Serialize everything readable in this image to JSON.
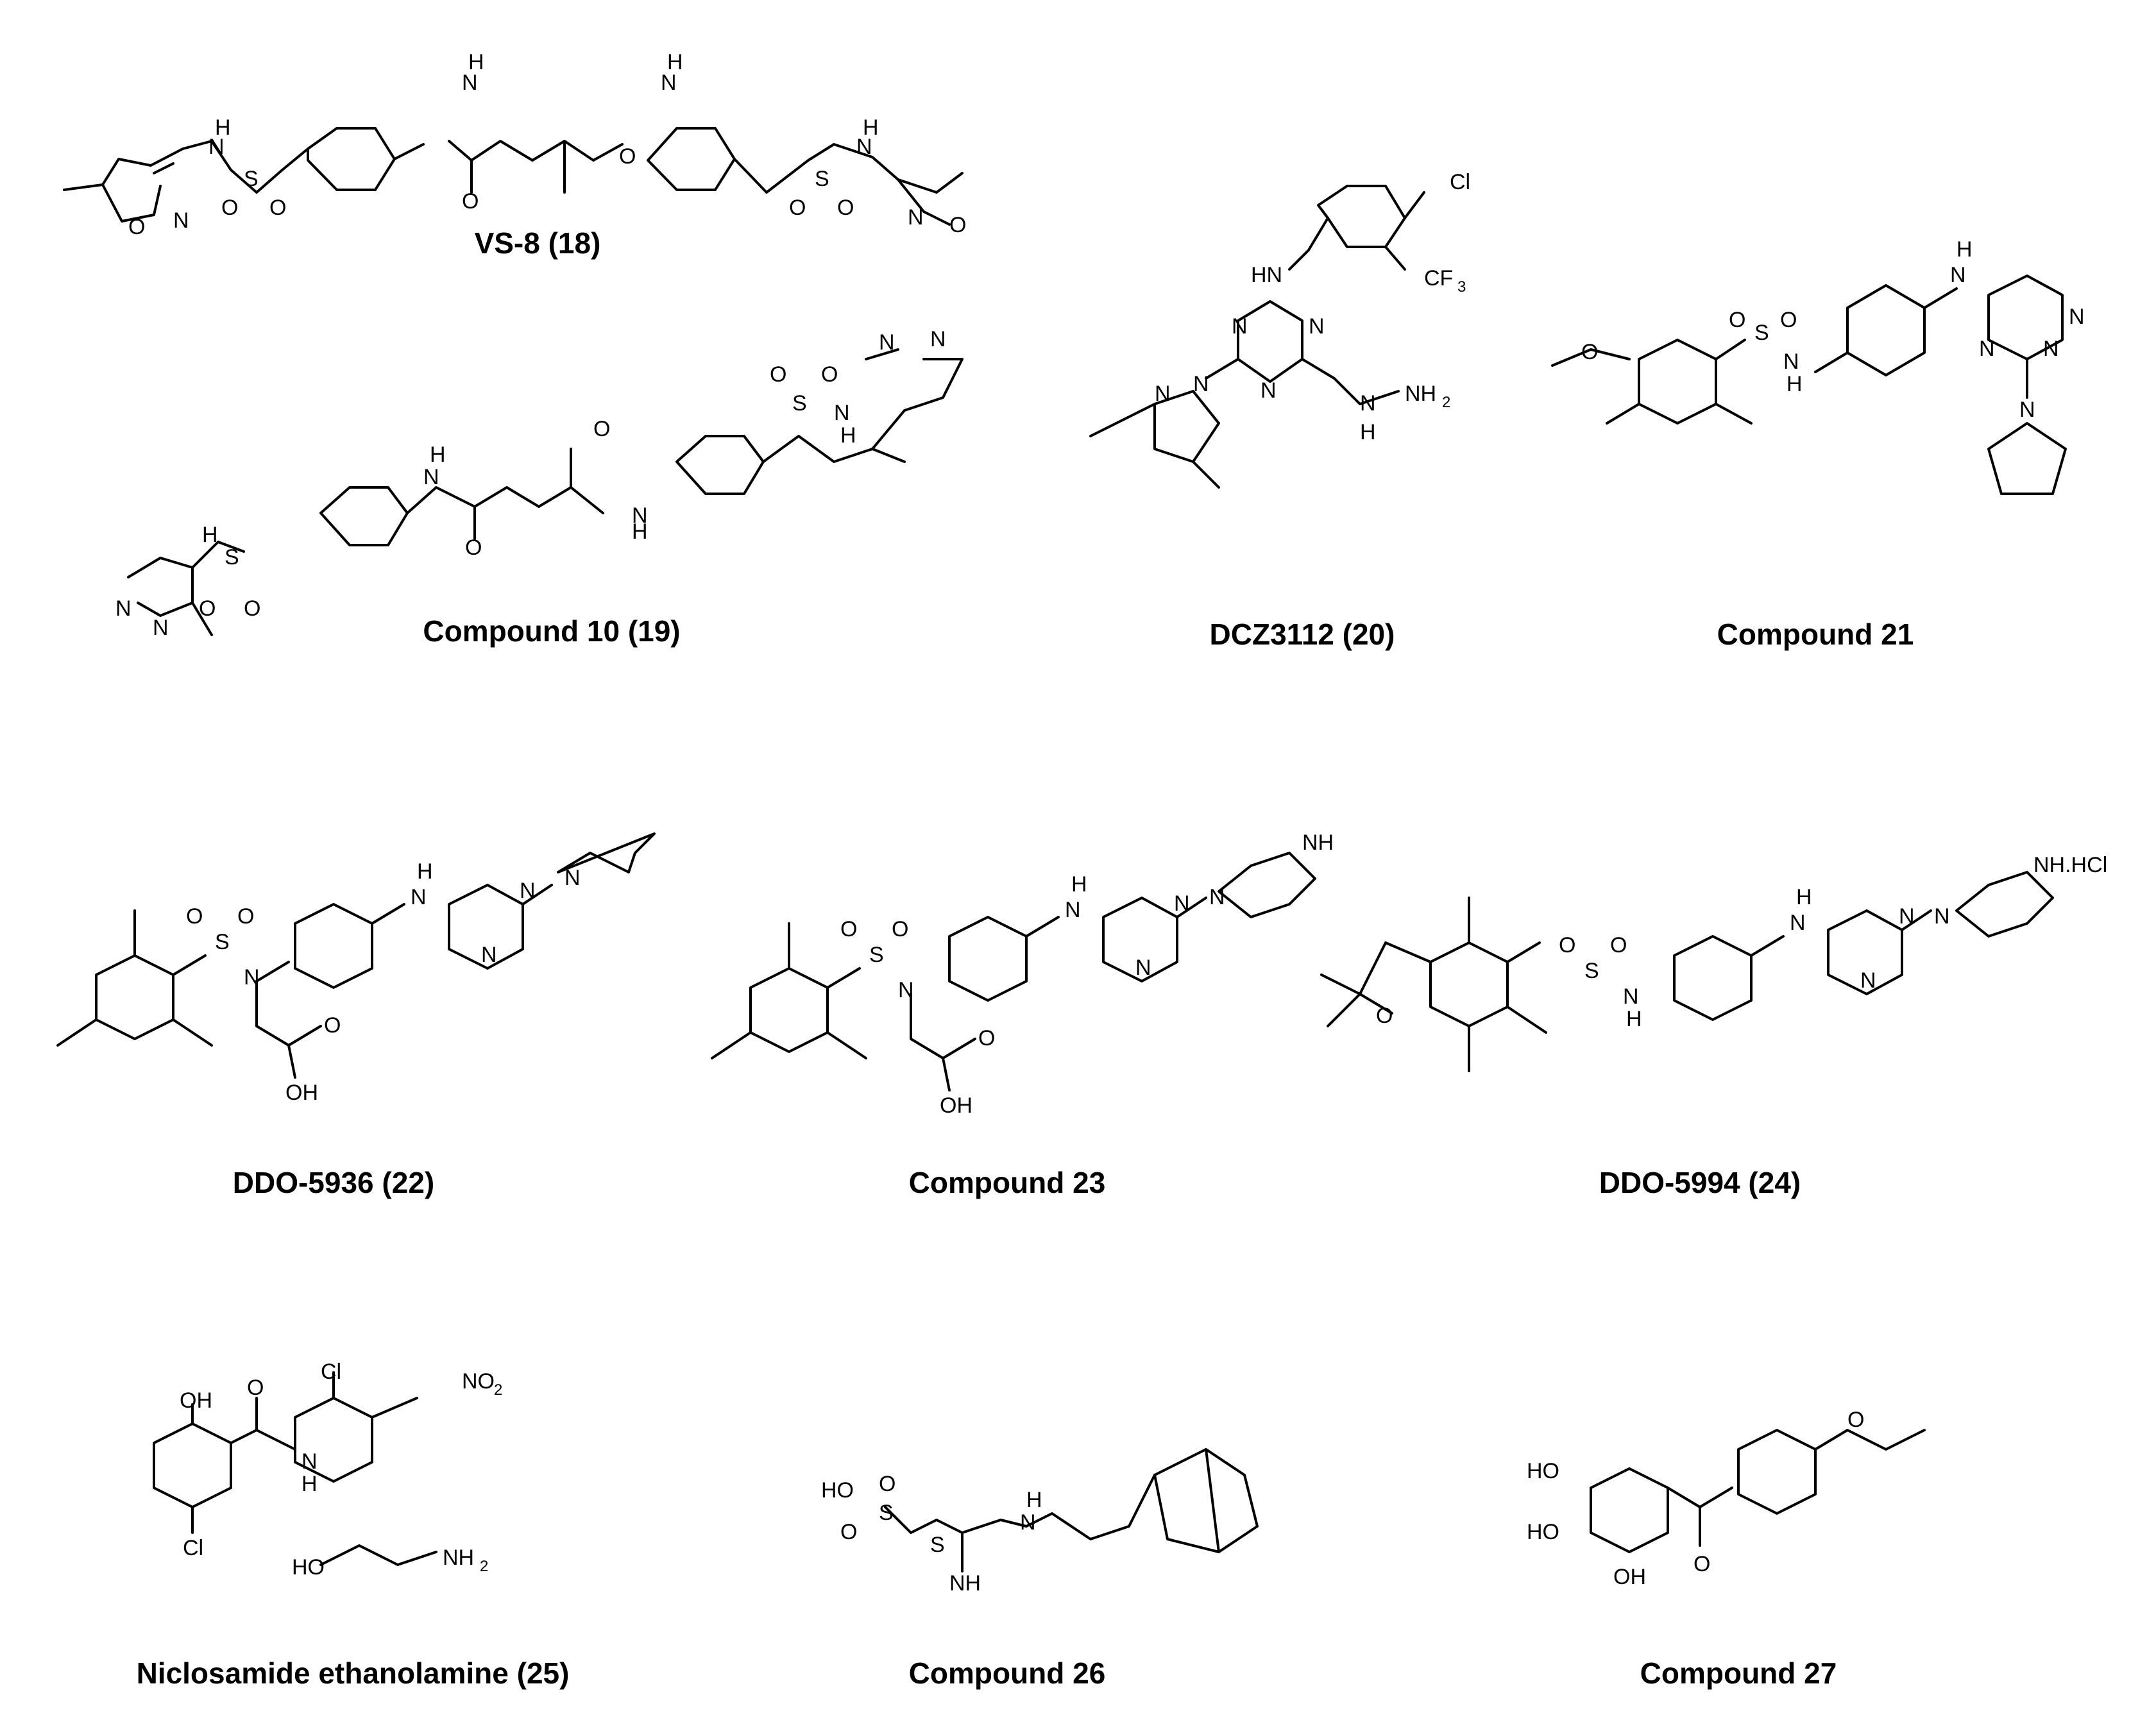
{
  "figure": {
    "compounds": [
      {
        "id": "c18",
        "caption": "VS-8 (18)"
      },
      {
        "id": "c19",
        "caption": "Compound 10 (19)"
      },
      {
        "id": "c20",
        "caption": "DCZ3112 (20)"
      },
      {
        "id": "c21",
        "caption": "Compound 21"
      },
      {
        "id": "c22",
        "caption": "DDO-5936 (22)"
      },
      {
        "id": "c23",
        "caption": "Compound 23"
      },
      {
        "id": "c24",
        "caption": "DDO-5994 (24)"
      },
      {
        "id": "c25",
        "caption": "Niclosamide ethanolamine (25)"
      },
      {
        "id": "c26",
        "caption": "Compound 26"
      },
      {
        "id": "c27",
        "caption": "Compound 27"
      }
    ],
    "atoms": {
      "NH": "NH",
      "HN": "HN",
      "N": "N",
      "H": "H",
      "O": "O",
      "S": "S",
      "OH": "OH",
      "HO": "HO",
      "Cl": "Cl",
      "CF3": "CF",
      "sub3": "3",
      "NH2": "NH",
      "sub2": "2",
      "NO2": "NO",
      "NHHCl": "NH.HCl",
      "NH_imine": "NH"
    }
  }
}
